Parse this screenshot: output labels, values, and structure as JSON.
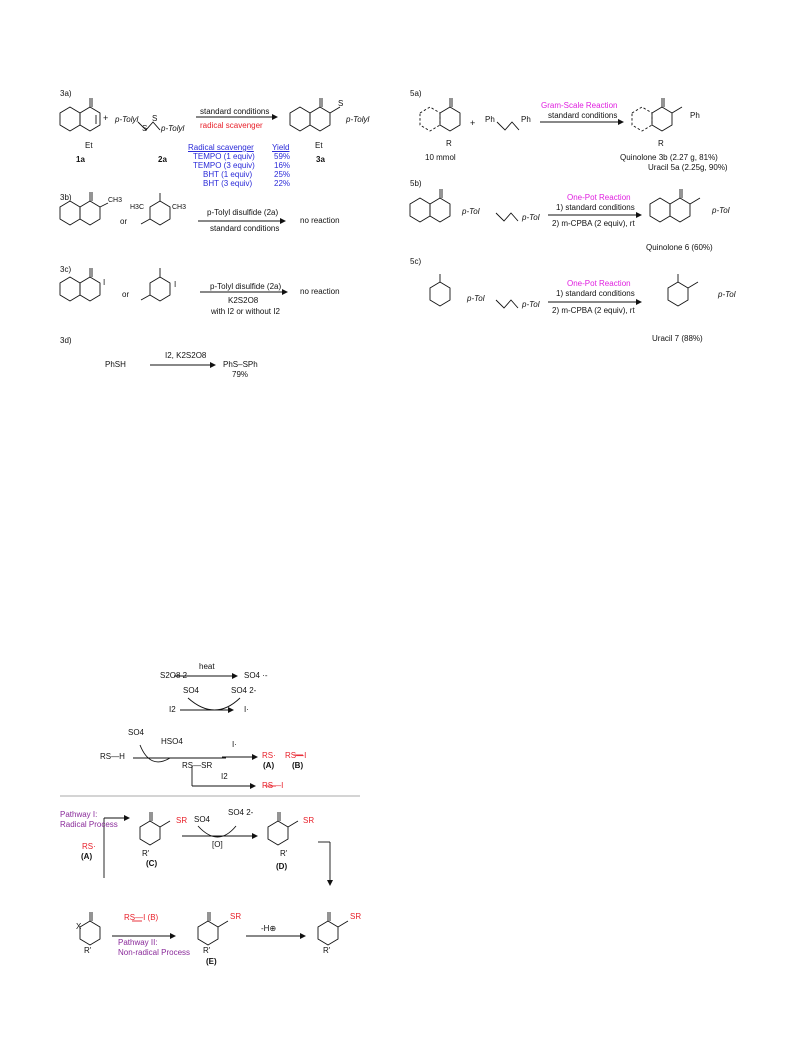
{
  "panel_3a": {
    "label": "3a)",
    "plus": "+",
    "reagent": "p-Tolyl",
    "reagent2": "p-Tolyl",
    "s1": "S",
    "s2": "S",
    "cond_top": "standard conditions",
    "cond_bottom": "radical scavenger",
    "product_s": "S",
    "product_group": "p-Tolyl",
    "cmpd_1a": "1a",
    "cmpd_2a": "2a",
    "cmpd_3a": "3a",
    "n_sub": "Et",
    "table_headers": [
      "Radical scavenger",
      "Yield"
    ],
    "table_rows": [
      [
        "TEMPO (1 equiv)",
        "59%"
      ],
      [
        "TEMPO (3 equiv)",
        "16%"
      ],
      [
        "BHT (1 equiv)",
        "25%"
      ],
      [
        "BHT (3 equiv)",
        "22%"
      ]
    ]
  },
  "panel_3b": {
    "label": "3b)",
    "or": "or",
    "ch3": "CH3",
    "h3c": "H3C",
    "cond_top": "p-Tolyl disulfide (2a)",
    "cond_bottom": "standard conditions",
    "result": "no reaction"
  },
  "panel_3c": {
    "label": "3c)",
    "or": "or",
    "i": "I",
    "cond_top": "p-Tolyl disulfide (2a)",
    "cond_mid": "K2S2O8",
    "cond_bottom": "with I2 or without I2",
    "result": "no reaction"
  },
  "panel_3d": {
    "label": "3d)",
    "reactant": "PhSH",
    "reagents": "I2, K2S2O8",
    "product": "PhS–SPh",
    "yield": "79%"
  },
  "panel_5a": {
    "label": "5a)",
    "plus": "+",
    "reagent": "Ph",
    "cond_top": "Gram-Scale Reaction",
    "cond_bottom": "standard conditions",
    "scale": "10 mmol",
    "r": "R",
    "product1": "Quinolone 3b (2.27 g, 81%)",
    "product2": "Uracil 5a (2.25g, 90%)"
  },
  "panel_5b": {
    "label": "5b)",
    "reagent": "p-Tol",
    "cond_title": "One-Pot Reaction",
    "step1": "1) standard conditions",
    "step2": "2) m-CPBA (2 equiv), rt",
    "product": "Quinolone 6 (60%)"
  },
  "panel_5c": {
    "label": "5c)",
    "reagent": "p-Tol",
    "cond_title": "One-Pot Reaction",
    "step1": "1) standard conditions",
    "step2": "2) m-CPBA (2 equiv), rt",
    "product": "Uracil 7 (88%)"
  },
  "mechanism": {
    "s2o8": "S2O8 2-",
    "heat": "heat",
    "so4rad": "SO4 ·-",
    "so4": "SO4",
    "so4_2minus": "SO4 2-",
    "i2": "I2",
    "i_rad": "I·",
    "rsh": "RS—H",
    "hso4": "HSO4",
    "rssr": "RS—SR",
    "rs_rad": "RS·",
    "rs_i": "RS—I",
    "label_a": "(A)",
    "label_b": "(B)",
    "pathway1_title": "Pathway I:",
    "pathway1_sub": "Radical Process",
    "pathway2_title": "Pathway II:",
    "pathway2_sub": "Non-radical Process",
    "ox": "[O]",
    "label_c": "(C)",
    "label_d": "(D)",
    "label_e": "(E)",
    "rs_i_b": "RS—I (B)",
    "minus_h": "-H⊕",
    "sr": "SR",
    "r_prime": "R'",
    "x": "X"
  }
}
